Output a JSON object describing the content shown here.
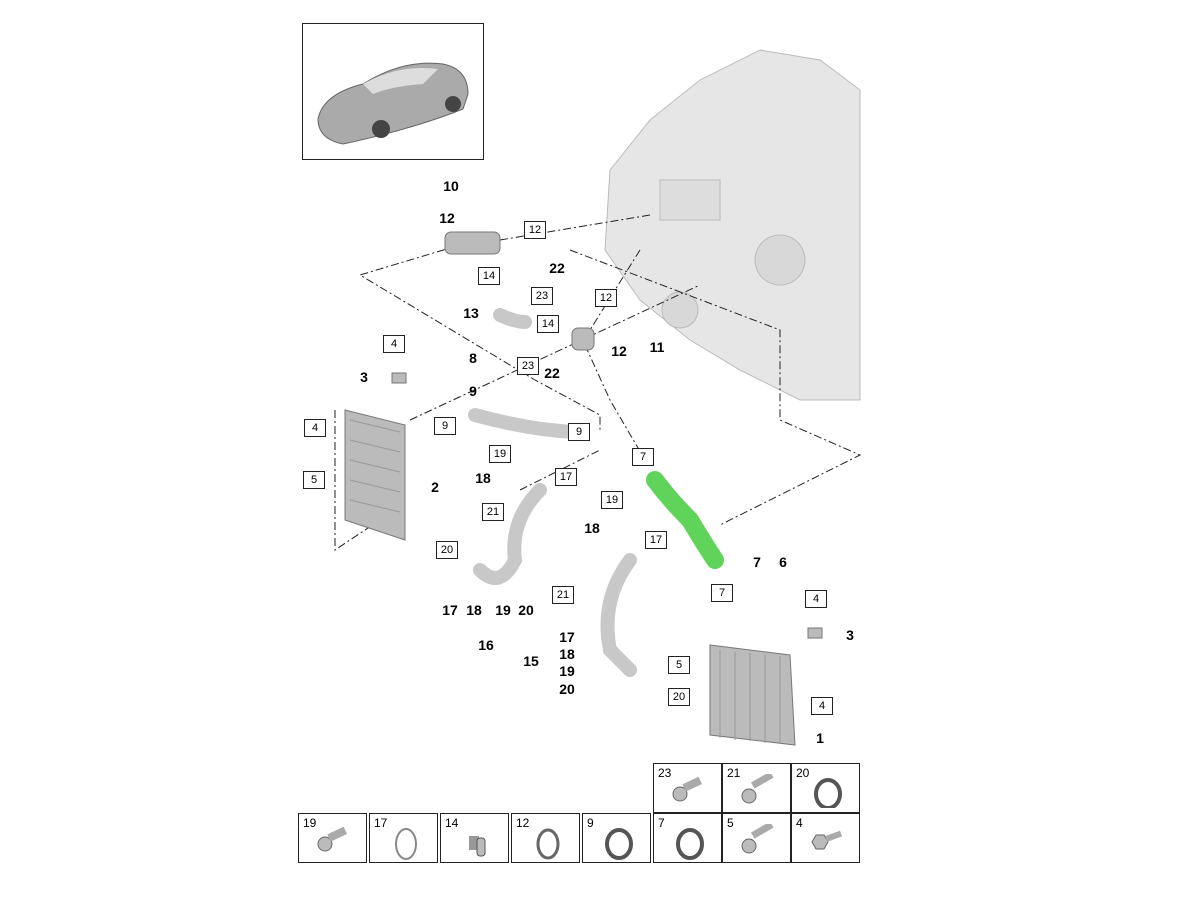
{
  "highlight_color": "#5fd35a",
  "callouts_boxed": [
    "12",
    "14",
    "23",
    "12",
    "14",
    "23",
    "4",
    "4",
    "9",
    "9",
    "19",
    "17",
    "7",
    "5",
    "21",
    "19",
    "17",
    "20",
    "21",
    "7",
    "4",
    "5",
    "20",
    "4"
  ],
  "callouts_bold": [
    "10",
    "12",
    "22",
    "13",
    "12",
    "11",
    "22",
    "8",
    "9",
    "3",
    "2",
    "18",
    "18",
    "7",
    "6",
    "17",
    "18",
    "19",
    "20",
    "16",
    "15",
    "17",
    "18",
    "19",
    "20",
    "3",
    "1"
  ],
  "parts_table": {
    "top_row": [
      {
        "num": "23",
        "icon": "screw-icon"
      },
      {
        "num": "21",
        "icon": "bolt-icon"
      },
      {
        "num": "20",
        "icon": "hose-clamp-icon"
      }
    ],
    "bottom_row": [
      {
        "num": "19",
        "icon": "screw-icon"
      },
      {
        "num": "17",
        "icon": "o-ring-icon"
      },
      {
        "num": "14",
        "icon": "clip-icon"
      },
      {
        "num": "12",
        "icon": "seal-ring-icon"
      },
      {
        "num": "9",
        "icon": "hose-clamp-icon"
      },
      {
        "num": "7",
        "icon": "hose-clamp-icon"
      },
      {
        "num": "5",
        "icon": "bolt-icon"
      },
      {
        "num": "4",
        "icon": "hex-bolt-icon"
      }
    ]
  }
}
